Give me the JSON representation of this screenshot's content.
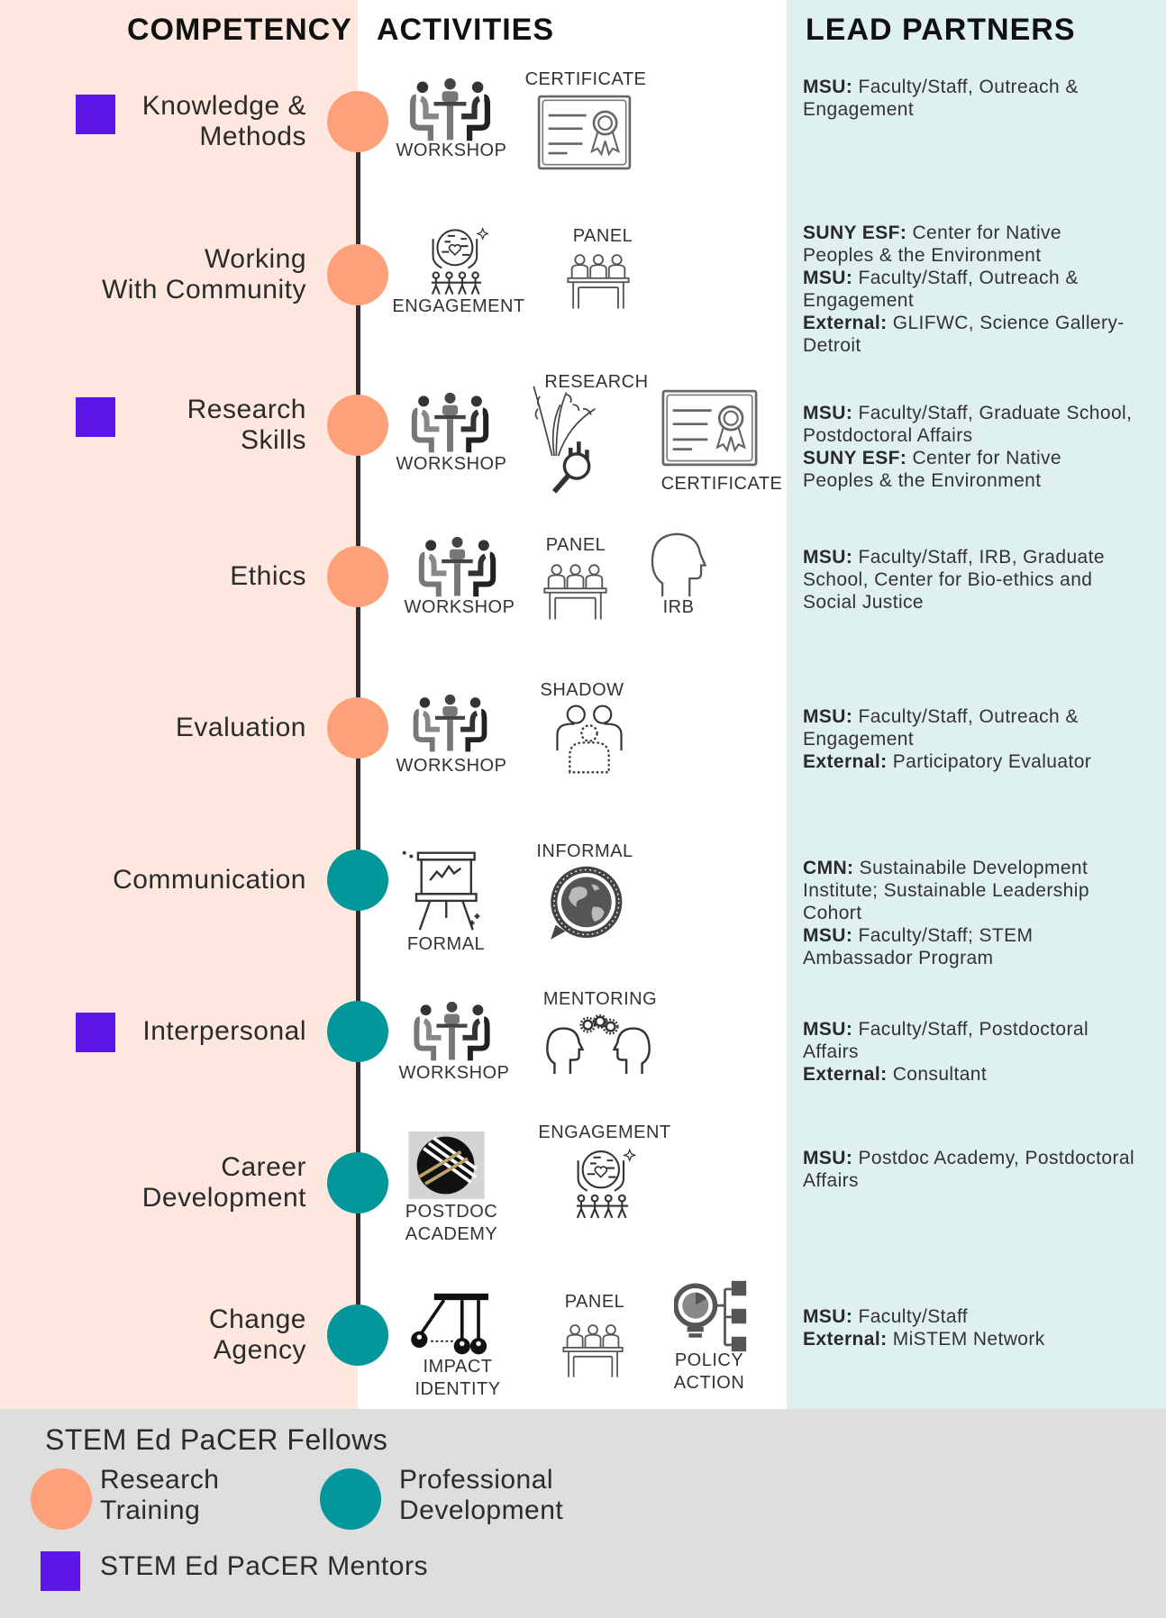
{
  "headers": {
    "competency": "COMPETENCY",
    "activities": "ACTIVITIES",
    "partners": "LEAD PARTNERS"
  },
  "colors": {
    "research_training": "#fea07a",
    "professional_development": "#03979c",
    "mentor": "#5c17e8",
    "peach_bg": "#fee7df",
    "teal_bg": "#dff0f1",
    "legend_bg": "#dedede"
  },
  "rows": [
    {
      "competency": [
        "Knowledge &",
        "Methods"
      ],
      "type": "research_training",
      "mentor": true,
      "activities": [
        {
          "icon": "workshop-icon",
          "label": [
            "WORKSHOP"
          ]
        },
        {
          "icon": "certificate-icon",
          "label": [
            "CERTIFICATE"
          ]
        }
      ],
      "partners": [
        {
          "org": "MSU:",
          "text": " Faculty/Staff, Outreach & Engagement"
        }
      ]
    },
    {
      "competency": [
        "Working",
        "With Community"
      ],
      "type": "research_training",
      "mentor": false,
      "activities": [
        {
          "icon": "engagement-icon",
          "label": [
            "ENGAGEMENT"
          ]
        },
        {
          "icon": "panel-icon",
          "label": [
            "PANEL"
          ]
        }
      ],
      "partners": [
        {
          "org": "SUNY ESF:",
          "text": " Center for Native Peoples & the Environment"
        },
        {
          "org": "MSU:",
          "text": " Faculty/Staff, Outreach & Engagement"
        },
        {
          "org": "External:",
          "text": " GLIFWC, Science Gallery-Detroit"
        }
      ]
    },
    {
      "competency": [
        "Research",
        "Skills"
      ],
      "type": "research_training",
      "mentor": true,
      "activities": [
        {
          "icon": "workshop-icon",
          "label": [
            "WORKSHOP"
          ]
        },
        {
          "icon": "research-icon",
          "label": [
            "RESEARCH"
          ]
        },
        {
          "icon": "certificate-icon",
          "label": [
            "CERTIFICATE"
          ]
        }
      ],
      "partners": [
        {
          "org": "MSU:",
          "text": " Faculty/Staff, Graduate School, Postdoctoral Affairs"
        },
        {
          "org": "SUNY ESF:",
          "text": " Center for Native Peoples & the Environment"
        }
      ]
    },
    {
      "competency": [
        "Ethics"
      ],
      "type": "research_training",
      "mentor": false,
      "activities": [
        {
          "icon": "workshop-icon",
          "label": [
            "WORKSHOP"
          ]
        },
        {
          "icon": "panel-icon",
          "label": [
            "PANEL"
          ]
        },
        {
          "icon": "irb-head-icon",
          "label": [
            "IRB"
          ]
        }
      ],
      "partners": [
        {
          "org": "MSU:",
          "text": " Faculty/Staff, IRB, Graduate School, Center for Bio-ethics and Social Justice"
        }
      ]
    },
    {
      "competency": [
        "Evaluation"
      ],
      "type": "research_training",
      "mentor": false,
      "activities": [
        {
          "icon": "workshop-icon",
          "label": [
            "WORKSHOP"
          ]
        },
        {
          "icon": "shadow-icon",
          "label": [
            "SHADOW"
          ]
        }
      ],
      "partners": [
        {
          "org": "MSU:",
          "text": " Faculty/Staff, Outreach & Engagement"
        },
        {
          "org": "External:",
          "text": " Participatory Evaluator"
        }
      ]
    },
    {
      "competency": [
        "Communication"
      ],
      "type": "professional_development",
      "mentor": false,
      "activities": [
        {
          "icon": "presentation-easel-icon",
          "label": [
            "FORMAL"
          ]
        },
        {
          "icon": "globe-chat-icon",
          "label": [
            "INFORMAL"
          ]
        }
      ],
      "partners": [
        {
          "org": "CMN:",
          "text": " Sustainabile Development Institute; Sustainable Leadership Cohort"
        },
        {
          "org": "MSU:",
          "text": " Faculty/Staff; STEM Ambassador Program"
        }
      ]
    },
    {
      "competency": [
        "Interpersonal"
      ],
      "type": "professional_development",
      "mentor": true,
      "activities": [
        {
          "icon": "workshop-icon",
          "label": [
            "WORKSHOP"
          ]
        },
        {
          "icon": "mentoring-icon",
          "label": [
            "MENTORING"
          ]
        }
      ],
      "partners": [
        {
          "org": "MSU:",
          "text": " Faculty/Staff, Postdoctoral Affairs"
        },
        {
          "org": "External:",
          "text": " Consultant"
        }
      ]
    },
    {
      "competency": [
        "Career",
        "Development"
      ],
      "type": "professional_development",
      "mentor": false,
      "activities": [
        {
          "icon": "postdoc-academy-logo",
          "label": [
            "POSTDOC",
            "ACADEMY"
          ]
        },
        {
          "icon": "engagement-icon",
          "label": [
            "ENGAGEMENT"
          ]
        }
      ],
      "partners": [
        {
          "org": "MSU:",
          "text": " Postdoc Academy, Postdoctoral Affairs"
        }
      ]
    },
    {
      "competency": [
        "Change",
        "Agency"
      ],
      "type": "professional_development",
      "mentor": false,
      "activities": [
        {
          "icon": "newtons-cradle-icon",
          "label": [
            "IMPACT",
            "IDENTITY"
          ]
        },
        {
          "icon": "panel-icon",
          "label": [
            "PANEL"
          ]
        },
        {
          "icon": "policy-bulb-icon",
          "label": [
            "POLICY",
            "ACTION"
          ]
        }
      ],
      "partners": [
        {
          "org": "MSU:",
          "text": " Faculty/Staff"
        },
        {
          "org": "External:",
          "text": " MiSTEM Network"
        }
      ]
    }
  ],
  "legend": {
    "fellows_title": "STEM Ed PaCER Fellows",
    "research_training": [
      "Research",
      "Training"
    ],
    "professional_development": [
      "Professional",
      "Development"
    ],
    "mentors": "STEM Ed PaCER Mentors"
  }
}
